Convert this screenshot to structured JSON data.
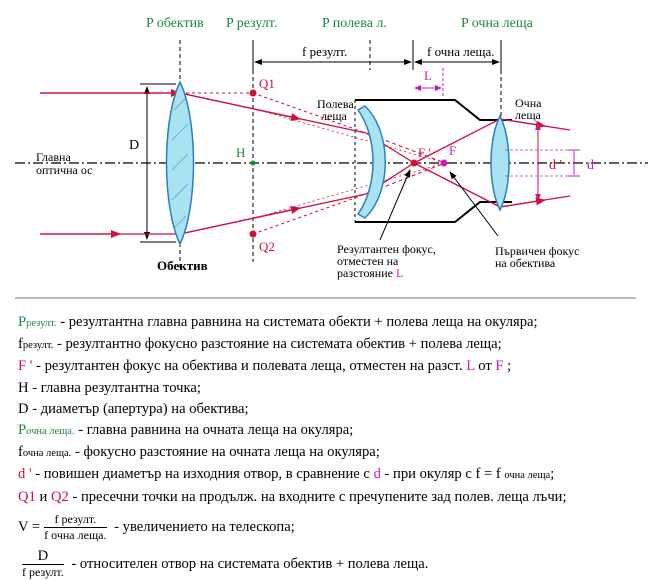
{
  "planes": {
    "objective": "P обектив",
    "result": "P резулт.",
    "field": "P полева л.",
    "eyepiece": "P очна леща"
  },
  "dims": {
    "f_result": "f резулт.",
    "f_eyepiece": "f очна леща.",
    "L": "L"
  },
  "labels": {
    "Q1": "Q1",
    "Q2": "Q2",
    "D": "D",
    "H": "H",
    "F_prime": "F '",
    "F": "F",
    "d_prime": "d '",
    "d": "d",
    "main_axis_1": "Главна",
    "main_axis_2": "оптична ос",
    "field_lens_1": "Полева",
    "field_lens_2": "леща",
    "eye_lens_1": "Очна",
    "eye_lens_2": "леща",
    "objective": "Обектив",
    "res_focus_1": "Резултантен фокус,",
    "res_focus_2": "отместен на",
    "res_focus_3": "разстояние",
    "res_focus_L": "L",
    "prim_focus_1": "Първичен фокус",
    "prim_focus_2": "на обектива"
  },
  "legend": {
    "l1_sym": "P",
    "l1_sub": "резулт.",
    "l1_text": " - резултантна главна равнина на системата обекти + полева леща на окуляра;",
    "l2_sym": "f",
    "l2_sub": "резулт.",
    "l2_text": " - резултантно фокусно разстояние на системата обектив + полева леща;",
    "l3_sym": "F '",
    "l3_text_a": " - резултантен фокус на обектива и полевата леща, отместен на разст. ",
    "l3_L": "L",
    "l3_text_b": " от ",
    "l3_F": "F",
    "l3_text_c": " ;",
    "l4": "H - главна резултантна точка;",
    "l5": "D - диаметър (апертура) на обектива;",
    "l6_sym": "P",
    "l6_sub": "очна леща.",
    "l6_text": " - главна равнина на очната леща на окуляра;",
    "l7_sym": "f",
    "l7_sub": "очна леща.",
    "l7_text": " - фокусно разстояние на очната леща на окуляра;",
    "l8_sym": "d '",
    "l8_text_a": " - повишен диаметър на изходния отвор, в сравнение с ",
    "l8_d": "d",
    "l8_text_b": " - при окуляр с f = f ",
    "l8_sub": "очна леща",
    "l8_text_c": ";",
    "l9_q1": "Q1",
    "l9_and": " и ",
    "l9_q2": "Q2",
    "l9_text": " - пресечни точки на продълж. на входните с пречупените зад полев. леща лъчи;",
    "l10_v": "V =",
    "l10_num": "f резулт.",
    "l10_den": "f очна леща.",
    "l10_text": " - увеличението на телескопа;",
    "l11_num": "D",
    "l11_den": "f резулт.",
    "l11_text": " - относителен отвор на системата обектив + полева леща."
  },
  "colors": {
    "plane_labels": "#1a8a3a",
    "rays": "#d0103a",
    "focus_marks": "#c020c0",
    "lens_fill": "#a9e3f2",
    "lens_stroke": "#2a7fbf"
  }
}
